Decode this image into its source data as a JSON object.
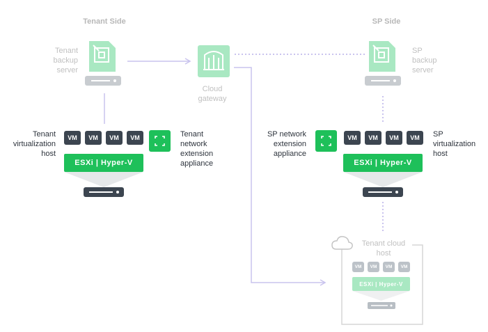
{
  "headings": {
    "tenant_side": "Tenant Side",
    "sp_side": "SP Side"
  },
  "nodes": {
    "tenant_backup_server": "Tenant\nbackup\nserver",
    "cloud_gateway": "Cloud\ngateway",
    "sp_backup_server": "SP\nbackup\nserver",
    "tenant_virtualization_host": "Tenant\nvirtualization\nhost",
    "tenant_network_extension_appliance": "Tenant\nnetwork\nextension\nappliance",
    "sp_network_extension_appliance": "SP network\nextension\nappliance",
    "sp_virtualization_host": "SP\nvirtualization\nhost",
    "tenant_cloud_host": "Tenant cloud\nhost"
  },
  "vm_label": "VM",
  "hypervisor_label": "ESXi | Hyper-V",
  "colors": {
    "green": "#1ec05a",
    "light_green": "#a9e8c2",
    "dark": "#3c4550",
    "connector": "#c9c3ee"
  },
  "icons": [
    "backup-server-icon",
    "gateway-icon",
    "network-extension-icon",
    "server-rack-icon",
    "cloud-icon"
  ]
}
